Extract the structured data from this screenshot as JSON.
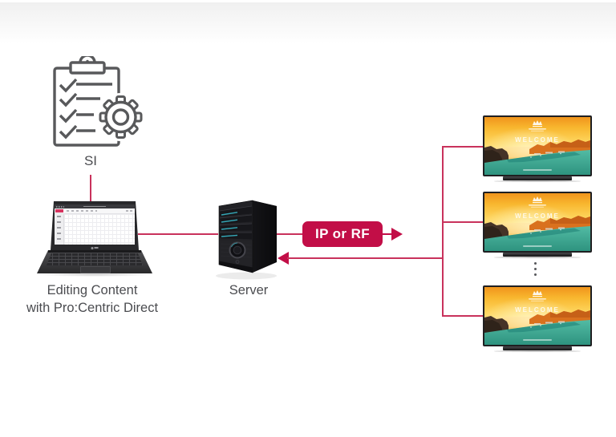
{
  "diagram": {
    "si": {
      "label": "SI",
      "icon": "clipboard-checklist-gear-icon"
    },
    "editor": {
      "caption_line1": "Editing Content",
      "caption_line2": "with Pro:Centric Direct",
      "device": "laptop"
    },
    "server": {
      "label": "Server"
    },
    "transport": {
      "badge_label": "IP or RF"
    },
    "displays": {
      "screen_label": "WELCOME",
      "count_shown": 3,
      "more_indicator": "vertical-ellipsis"
    }
  },
  "colors": {
    "line": "#C9325C",
    "accent": "#C20E47",
    "text": "#4B4C50",
    "icon-stroke": "#58595B",
    "teal": "#38B6C6",
    "screen-red": "#D6335F"
  }
}
